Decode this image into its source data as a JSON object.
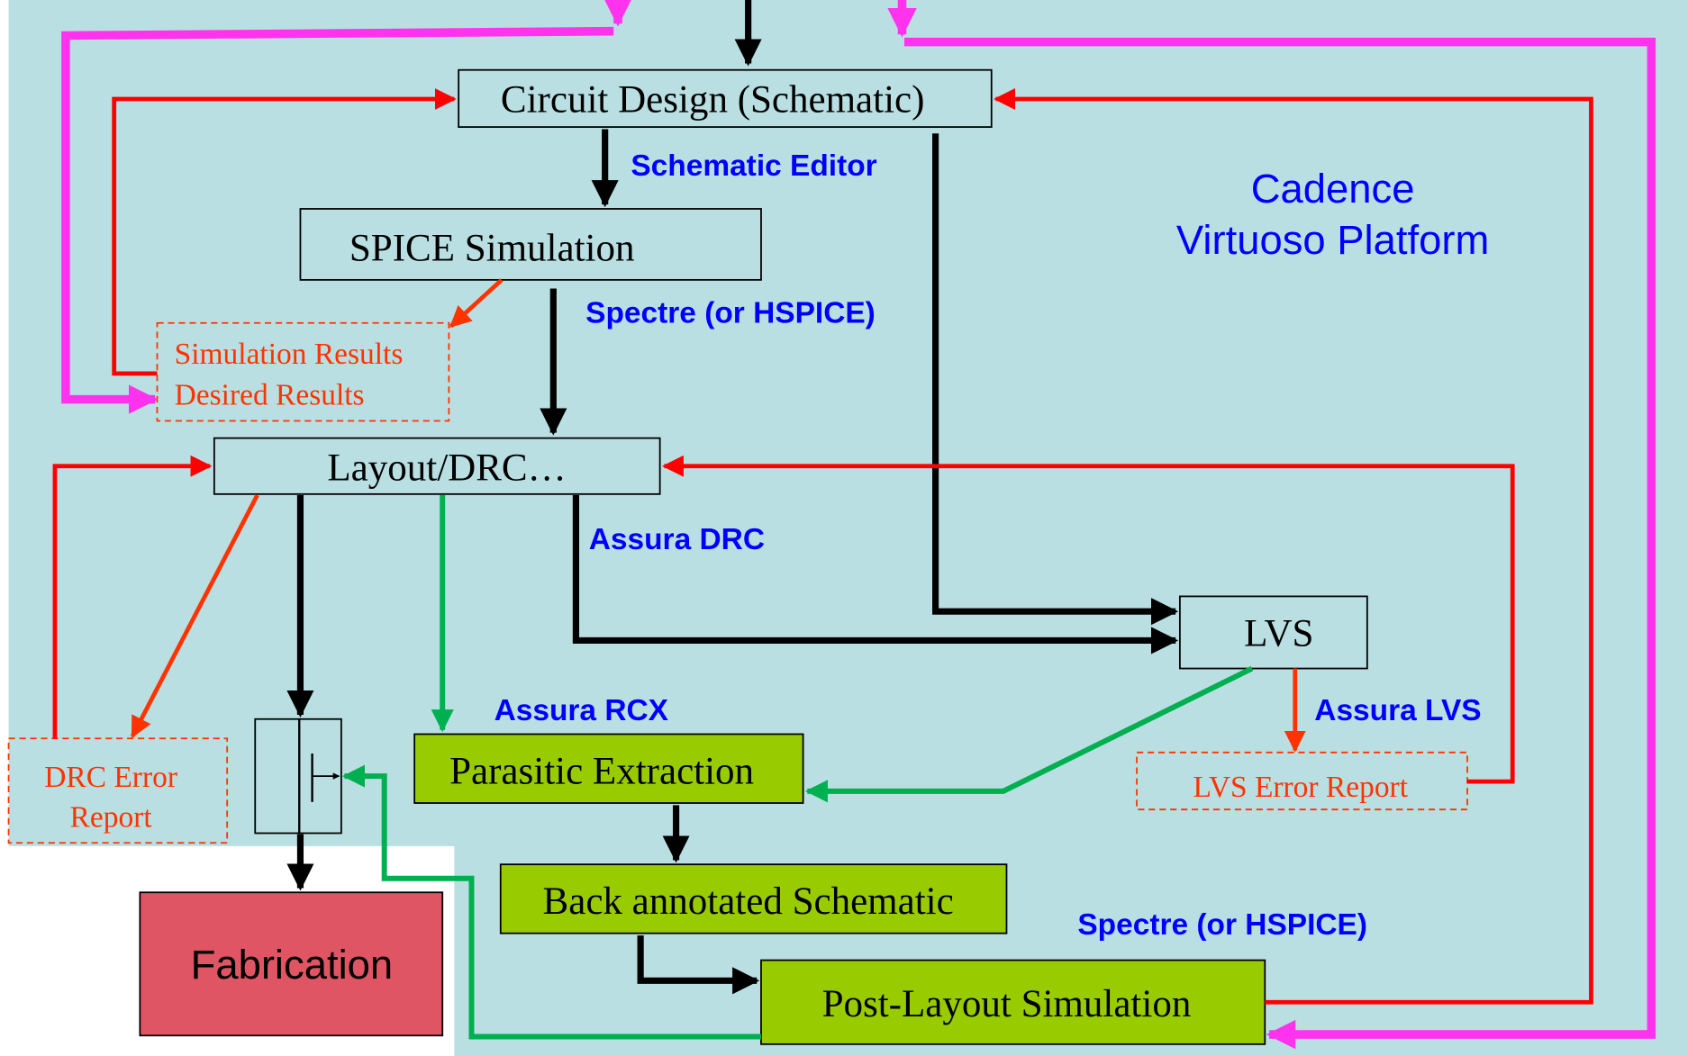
{
  "platform_title": {
    "line1": "Cadence",
    "line2": "Virtuoso Platform"
  },
  "nodes": {
    "circuit_design": "Circuit Design (Schematic)",
    "spice_simulation": "SPICE Simulation",
    "simulation_results": [
      "Simulation Results",
      "Desired Results"
    ],
    "layout_drc": "Layout/DRC…",
    "lvs": "LVS",
    "drc_error_report": [
      "DRC Error",
      "Report"
    ],
    "parasitic_extraction": "Parasitic Extraction",
    "lvs_error_report": "LVS Error Report",
    "back_annotated_schematic": "Back annotated Schematic",
    "post_layout_simulation": "Post-Layout Simulation",
    "fabrication": "Fabrication"
  },
  "tools": {
    "schematic_editor": "Schematic Editor",
    "spectre_hspice": "Spectre (or HSPICE)",
    "assura_drc": "Assura DRC",
    "assura_rcx": "Assura RCX",
    "assura_lvs": "Assura LVS",
    "spectre_hspice_post": "Spectre (or HSPICE)"
  },
  "colors": {
    "background_panel": "#badfe2",
    "green_box": "#99cc00",
    "fabrication_box": "#e05564",
    "flow_black": "#000000",
    "feedback_red": "#ff0000",
    "error_orange": "#ff3300",
    "extraction_green": "#00b050",
    "loop_magenta": "#ff33ee",
    "tool_label": "#0000ff"
  }
}
